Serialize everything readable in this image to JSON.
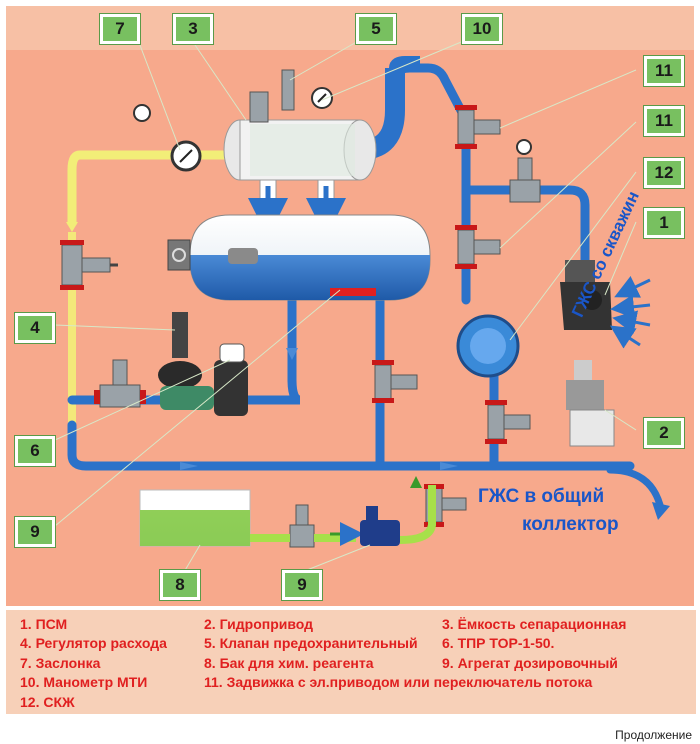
{
  "callouts": [
    "7",
    "3",
    "5",
    "10",
    "11",
    "11",
    "12",
    "1",
    "4",
    "6",
    "9",
    "2",
    "8",
    "9"
  ],
  "labels": {
    "gzs_wells": "ГЖС со скважин",
    "gzs_collector_1": "ГЖС в общий",
    "gzs_collector_2": "коллектор"
  },
  "legend": [
    "1. ПСМ",
    "2. Гидропривод",
    "3. Ёмкость сепарационная",
    "4. Регулятор расхода",
    "5. Клапан предохранительный",
    "6. ТПР ТОР-1-50.",
    "7. Заслонка",
    "8. Бак для хим. реагента",
    "9. Агрегат дозировочный",
    "10. Манометр МТИ",
    "11. Задвижка с эл.приводом или переключатель потока",
    "12. СКЖ"
  ],
  "footer": "Продолжение",
  "colors": {
    "background": "#f7a98c",
    "pipe_blue": "#2b72c9",
    "pipe_yellow": "#f2ee78",
    "pipe_green": "#a7e04a",
    "callout_green": "#78c060",
    "legend_text": "#e02020",
    "label_blue": "#1a56c8"
  }
}
